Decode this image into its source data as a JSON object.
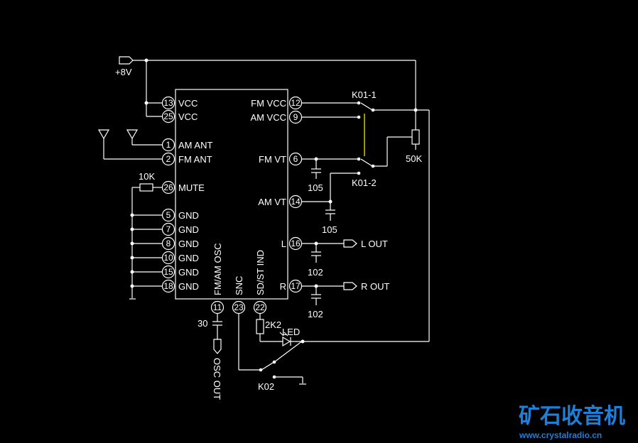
{
  "power": {
    "label": "+8V"
  },
  "ic": {
    "pins_left": [
      {
        "num": "13",
        "name": "VCC"
      },
      {
        "num": "25",
        "name": "VCC"
      },
      {
        "num": "1",
        "name": "AM ANT"
      },
      {
        "num": "2",
        "name": "FM ANT"
      },
      {
        "num": "26",
        "name": "MUTE"
      },
      {
        "num": "5",
        "name": "GND"
      },
      {
        "num": "7",
        "name": "GND"
      },
      {
        "num": "8",
        "name": "GND"
      },
      {
        "num": "10",
        "name": "GND"
      },
      {
        "num": "15",
        "name": "GND"
      },
      {
        "num": "18",
        "name": "GND"
      }
    ],
    "pins_right": [
      {
        "num": "12",
        "name": "FM VCC"
      },
      {
        "num": "9",
        "name": "AM VCC"
      },
      {
        "num": "6",
        "name": "FM VT"
      },
      {
        "num": "14",
        "name": "AM VT"
      },
      {
        "num": "16",
        "name": "L"
      },
      {
        "num": "17",
        "name": "R"
      }
    ],
    "pins_bottom": [
      {
        "num": "11",
        "name": "FM/AM OSC"
      },
      {
        "num": "23",
        "name": "SNC"
      },
      {
        "num": "22",
        "name": "SD/ST IND"
      }
    ]
  },
  "components": {
    "mute_res": "10K",
    "switch1_top": "K01-1",
    "switch1_bot": "K01-2",
    "pot": "50K",
    "cap_fmvt": "105",
    "cap_amvt": "105",
    "cap_l": "102",
    "cap_r": "102",
    "cap_osc": "30",
    "led_res": "2K2",
    "led": "LED",
    "switch2": "K02"
  },
  "outputs": {
    "l": "L OUT",
    "r": "R OUT",
    "osc": "OSC OUT"
  },
  "watermark": {
    "title": "矿石收音机",
    "url": "www.crystalradio.cn"
  },
  "colors": {
    "background": "#000000",
    "wire": "#ffffff",
    "switch_link": "#e6d21a",
    "watermark": "#1e7fd8"
  }
}
